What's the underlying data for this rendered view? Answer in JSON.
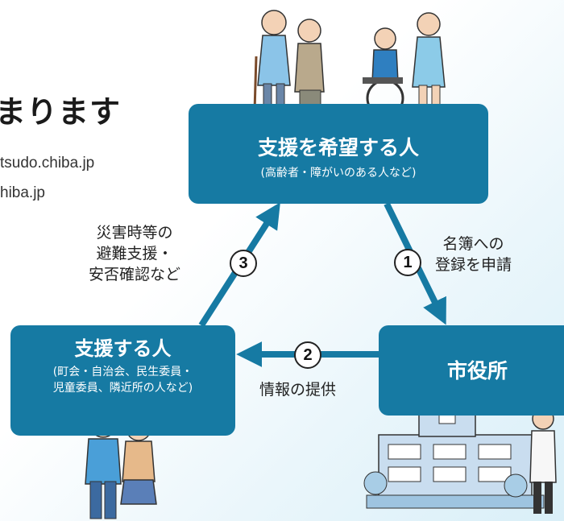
{
  "headline": "まります",
  "urls": [
    "tsudo.chiba.jp",
    "hiba.jp"
  ],
  "top_box": {
    "title": "支援を希望する人",
    "subtitle": "(高齢者・障がいのある人など)"
  },
  "left_box": {
    "title": "支援する人",
    "subtitle_line1": "(町会・自治会、民生委員・",
    "subtitle_line2": "児童委員、隣近所の人など)"
  },
  "right_box": {
    "title": "市役所"
  },
  "steps": [
    {
      "number": "1",
      "label_line1": "名簿への",
      "label_line2": "登録を申請"
    },
    {
      "number": "2",
      "label": "情報の提供"
    },
    {
      "number": "3",
      "label_line1": "災害時等の",
      "label_line2": "避難支援・",
      "label_line3": "安否確認など"
    }
  ],
  "colors": {
    "box": "#167aa3",
    "arrow": "#167aa3",
    "clothing_blue": "#4a9fd8"
  }
}
